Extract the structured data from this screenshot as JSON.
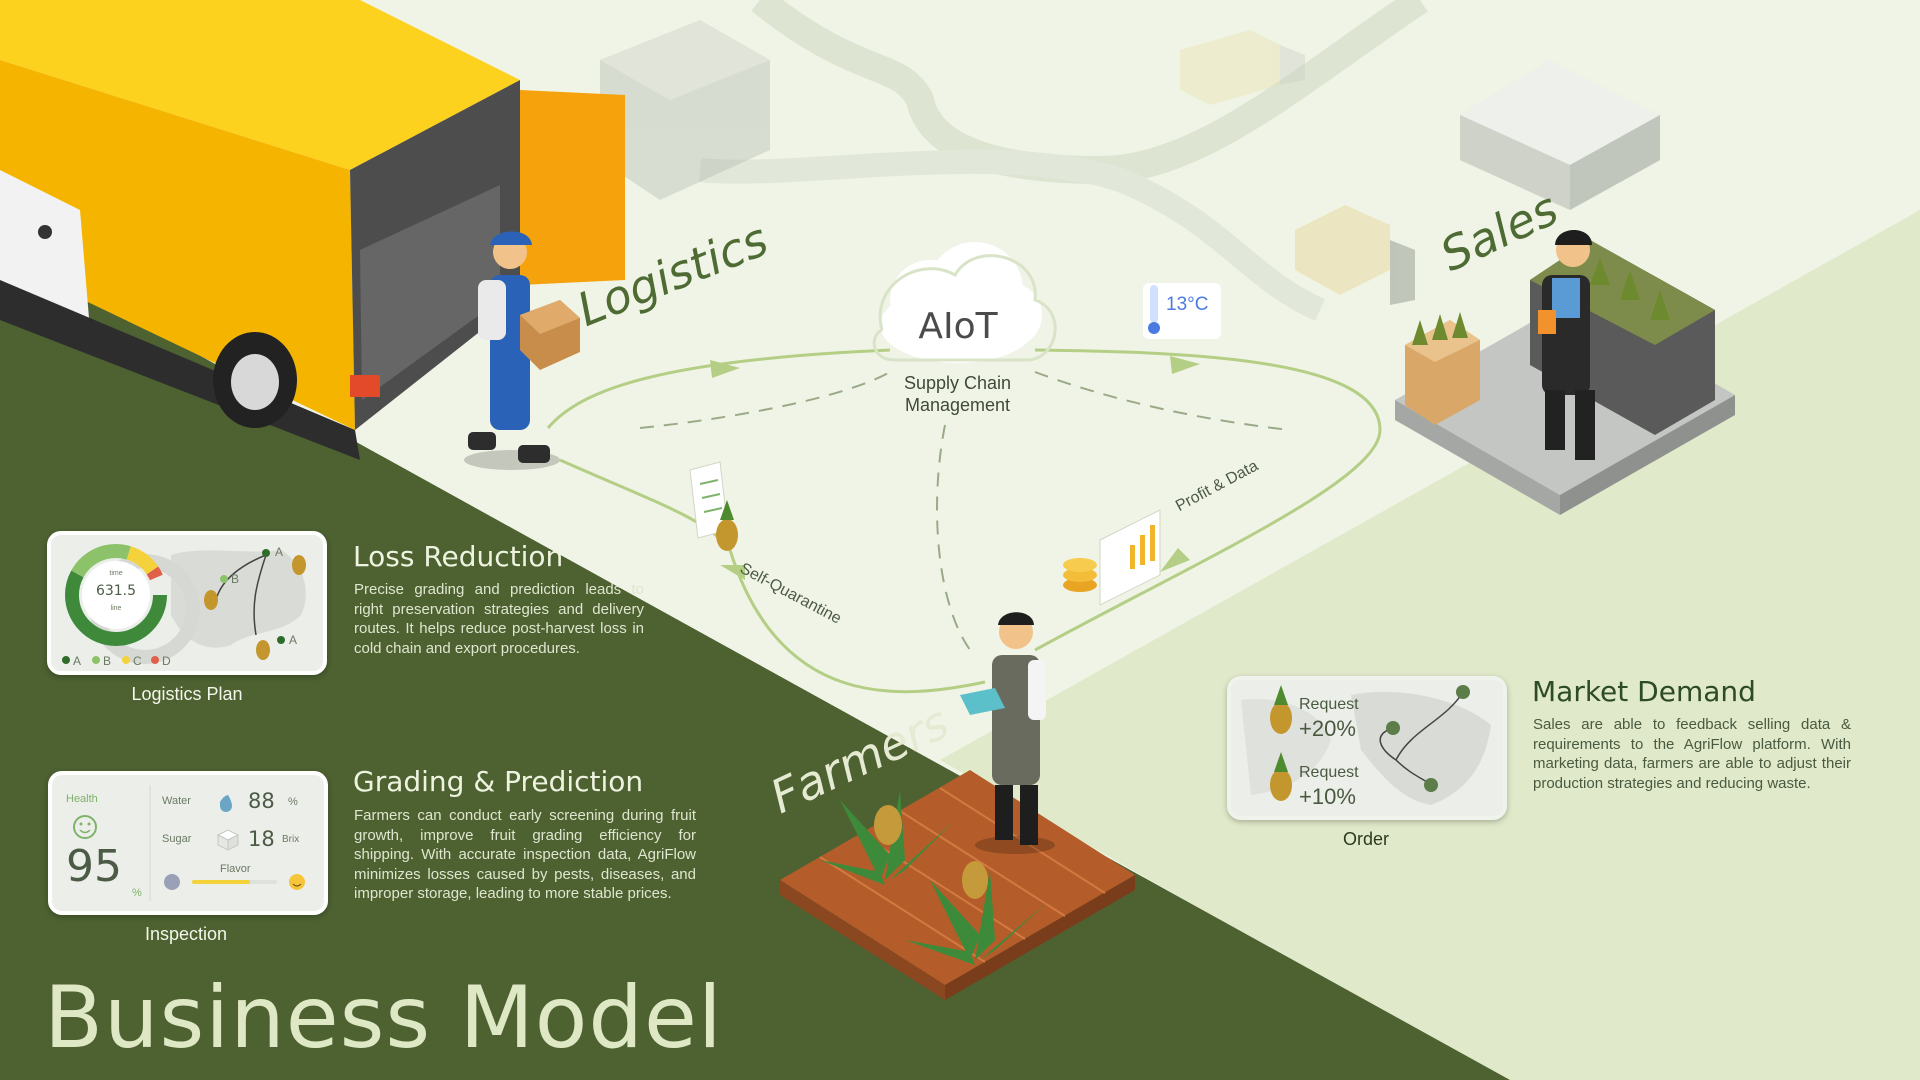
{
  "title": "Business Model",
  "center": {
    "label": "AIoT",
    "sub1": "Supply Chain",
    "sub2": "Management"
  },
  "stages": {
    "logistics": "Logistics",
    "sales": "Sales",
    "farmers": "Farmers"
  },
  "flows": {
    "self_quarantine": "Self-Quarantine",
    "profit_data": "Profit & Data",
    "temperature": "13°C"
  },
  "loss_reduction": {
    "title": "Loss Reduction",
    "body": "Precise grading and prediction leads to right preservation strategies and delivery routes. It helps reduce post-harvest loss in cold chain and export procedures.",
    "caption": "Logistics Plan",
    "gauge_value": "631.5",
    "gauge_top": "time",
    "gauge_bottom": "line",
    "map_labels": [
      "A",
      "B",
      "A"
    ],
    "legend": [
      "A",
      "B",
      "C",
      "D"
    ],
    "legend_colors": [
      "#2f6b2a",
      "#8cc36a",
      "#f3d23c",
      "#e0604a"
    ]
  },
  "grading": {
    "title": "Grading & Prediction",
    "body": "Farmers can conduct early screening during fruit growth, improve fruit grading efficiency for shipping. With accurate inspection data, AgriFlow minimizes losses caused by pests, diseases, and improper storage, leading to more stable prices.",
    "caption": "Inspection",
    "health_label": "Health",
    "health_value": "95",
    "health_unit": "%",
    "water_label": "Water",
    "water_value": "88",
    "water_unit": "%",
    "sugar_label": "Sugar",
    "sugar_value": "18",
    "sugar_unit": "Brix",
    "flavor_label": "Flavor"
  },
  "market": {
    "title": "Market Demand",
    "body": "Sales are able to feedback selling data & requirements to the AgriFlow platform. With marketing data, farmers are able to adjust their production strategies and reducing waste.",
    "caption": "Order",
    "req1_label": "Request",
    "req1_value": "+20%",
    "req2_label": "Request",
    "req2_value": "+10%"
  },
  "colors": {
    "dark_green": "#4d6131",
    "light_bg": "#eef3e2",
    "mid_green": "#dfe8c8",
    "truck_yellow": "#f4b400"
  }
}
